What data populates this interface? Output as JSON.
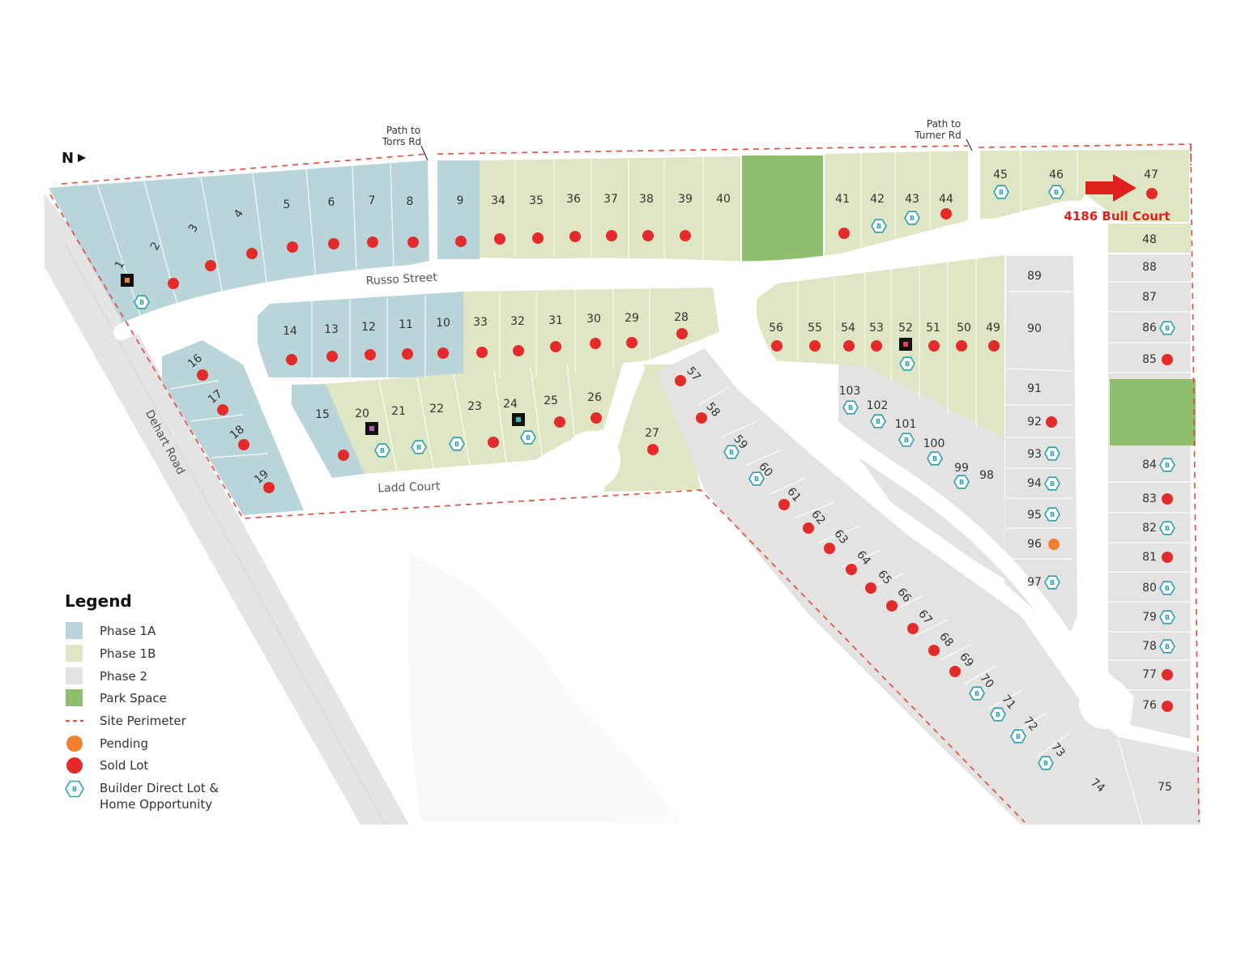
{
  "colors": {
    "phase_1a": "#b9d5da",
    "phase_1b": "#dfe6c3",
    "phase_2": "#e4e3e1",
    "park": "#8fbf6e",
    "perimeter": "#e4493a",
    "pending": "#f07f2e",
    "sold": "#e32b2b",
    "builder": "#2aa1b3",
    "road": "#ffffff",
    "highway": "#e4e4e4",
    "callout": "#e0201c"
  },
  "north_label": "N",
  "streets": {
    "russo": "Russo Street",
    "ladd": "Ladd Court",
    "dehart": "Dehart Road"
  },
  "paths": {
    "torrs": [
      "Path to",
      "Torrs Rd"
    ],
    "turner": [
      "Path to",
      "Turner Rd"
    ]
  },
  "callout": {
    "label": "4186 Bull Court",
    "arrow_icon": "right-arrow-icon"
  },
  "legend": {
    "title": "Legend",
    "items": [
      {
        "label": "Phase 1A",
        "kind": "swatch",
        "color": "#b9d5da"
      },
      {
        "label": "Phase 1B",
        "kind": "swatch",
        "color": "#dfe6c3"
      },
      {
        "label": "Phase 2",
        "kind": "swatch",
        "color": "#e4e3e1"
      },
      {
        "label": "Park Space",
        "kind": "swatch",
        "color": "#8fbf6e"
      },
      {
        "label": "Site Perimeter",
        "kind": "dash",
        "color": "#e4493a"
      },
      {
        "label": "Pending",
        "kind": "dot",
        "color": "#f07f2e"
      },
      {
        "label": "Sold Lot",
        "kind": "dot",
        "color": "#e32b2b"
      },
      {
        "label": [
          "Builder Direct Lot &",
          "Home Opportunity"
        ],
        "kind": "hex",
        "color": "#2aa1b3"
      }
    ]
  },
  "lots": [
    {
      "n": "1",
      "phase": "1A",
      "status": "builder"
    },
    {
      "n": "2",
      "phase": "1A",
      "status": "sold"
    },
    {
      "n": "3",
      "phase": "1A",
      "status": "sold"
    },
    {
      "n": "4",
      "phase": "1A",
      "status": "sold"
    },
    {
      "n": "5",
      "phase": "1A",
      "status": "sold"
    },
    {
      "n": "6",
      "phase": "1A",
      "status": "sold"
    },
    {
      "n": "7",
      "phase": "1A",
      "status": "sold"
    },
    {
      "n": "8",
      "phase": "1A",
      "status": "sold"
    },
    {
      "n": "9",
      "phase": "1A",
      "status": "sold"
    },
    {
      "n": "10",
      "phase": "1A",
      "status": "sold"
    },
    {
      "n": "11",
      "phase": "1A",
      "status": "sold"
    },
    {
      "n": "12",
      "phase": "1A",
      "status": "sold"
    },
    {
      "n": "13",
      "phase": "1A",
      "status": "sold"
    },
    {
      "n": "14",
      "phase": "1A",
      "status": "sold"
    },
    {
      "n": "15",
      "phase": "1A",
      "status": "sold"
    },
    {
      "n": "16",
      "phase": "1A",
      "status": "sold"
    },
    {
      "n": "17",
      "phase": "1A",
      "status": "sold"
    },
    {
      "n": "18",
      "phase": "1A",
      "status": "sold"
    },
    {
      "n": "19",
      "phase": "1A",
      "status": "sold"
    },
    {
      "n": "20",
      "phase": "1B",
      "status": "builder"
    },
    {
      "n": "21",
      "phase": "1B",
      "status": "builder"
    },
    {
      "n": "22",
      "phase": "1B",
      "status": "builder"
    },
    {
      "n": "23",
      "phase": "1B",
      "status": "sold"
    },
    {
      "n": "24",
      "phase": "1B",
      "status": "builder"
    },
    {
      "n": "25",
      "phase": "1B",
      "status": "sold"
    },
    {
      "n": "26",
      "phase": "1B",
      "status": "sold"
    },
    {
      "n": "27",
      "phase": "1B",
      "status": "sold"
    },
    {
      "n": "28",
      "phase": "1B",
      "status": "sold"
    },
    {
      "n": "29",
      "phase": "1B",
      "status": "sold"
    },
    {
      "n": "30",
      "phase": "1B",
      "status": "sold"
    },
    {
      "n": "31",
      "phase": "1B",
      "status": "sold"
    },
    {
      "n": "32",
      "phase": "1B",
      "status": "sold"
    },
    {
      "n": "33",
      "phase": "1B",
      "status": "sold"
    },
    {
      "n": "34",
      "phase": "1B",
      "status": "sold"
    },
    {
      "n": "35",
      "phase": "1B",
      "status": "sold"
    },
    {
      "n": "36",
      "phase": "1B",
      "status": "sold"
    },
    {
      "n": "37",
      "phase": "1B",
      "status": "sold"
    },
    {
      "n": "38",
      "phase": "1B",
      "status": "sold"
    },
    {
      "n": "39",
      "phase": "1B",
      "status": "sold"
    },
    {
      "n": "40",
      "phase": "1B",
      "status": ""
    },
    {
      "n": "41",
      "phase": "1B",
      "status": "sold"
    },
    {
      "n": "42",
      "phase": "1B",
      "status": "builder"
    },
    {
      "n": "43",
      "phase": "1B",
      "status": "builder"
    },
    {
      "n": "44",
      "phase": "1B",
      "status": "sold"
    },
    {
      "n": "45",
      "phase": "1B",
      "status": "builder"
    },
    {
      "n": "46",
      "phase": "1B",
      "status": "builder"
    },
    {
      "n": "47",
      "phase": "1B",
      "status": "sold"
    },
    {
      "n": "48",
      "phase": "1B",
      "status": ""
    },
    {
      "n": "49",
      "phase": "1B",
      "status": "sold"
    },
    {
      "n": "50",
      "phase": "1B",
      "status": "sold"
    },
    {
      "n": "51",
      "phase": "1B",
      "status": "sold"
    },
    {
      "n": "52",
      "phase": "1B",
      "status": "builder"
    },
    {
      "n": "53",
      "phase": "1B",
      "status": "sold"
    },
    {
      "n": "54",
      "phase": "1B",
      "status": "sold"
    },
    {
      "n": "55",
      "phase": "1B",
      "status": "sold"
    },
    {
      "n": "56",
      "phase": "1B",
      "status": "sold"
    },
    {
      "n": "57",
      "phase": "2",
      "status": "sold"
    },
    {
      "n": "58",
      "phase": "2",
      "status": "sold"
    },
    {
      "n": "59",
      "phase": "2",
      "status": "builder"
    },
    {
      "n": "60",
      "phase": "2",
      "status": "builder"
    },
    {
      "n": "61",
      "phase": "2",
      "status": "sold"
    },
    {
      "n": "62",
      "phase": "2",
      "status": "sold"
    },
    {
      "n": "63",
      "phase": "2",
      "status": "sold"
    },
    {
      "n": "64",
      "phase": "2",
      "status": "sold"
    },
    {
      "n": "65",
      "phase": "2",
      "status": "sold"
    },
    {
      "n": "66",
      "phase": "2",
      "status": "sold"
    },
    {
      "n": "67",
      "phase": "2",
      "status": "sold"
    },
    {
      "n": "68",
      "phase": "2",
      "status": "sold"
    },
    {
      "n": "69",
      "phase": "2",
      "status": "sold"
    },
    {
      "n": "70",
      "phase": "2",
      "status": "builder"
    },
    {
      "n": "71",
      "phase": "2",
      "status": "builder"
    },
    {
      "n": "72",
      "phase": "2",
      "status": "builder"
    },
    {
      "n": "73",
      "phase": "2",
      "status": "builder"
    },
    {
      "n": "74",
      "phase": "2",
      "status": ""
    },
    {
      "n": "75",
      "phase": "2",
      "status": ""
    },
    {
      "n": "76",
      "phase": "2",
      "status": "sold"
    },
    {
      "n": "77",
      "phase": "2",
      "status": "sold"
    },
    {
      "n": "78",
      "phase": "2",
      "status": "builder"
    },
    {
      "n": "79",
      "phase": "2",
      "status": "builder"
    },
    {
      "n": "80",
      "phase": "2",
      "status": "builder"
    },
    {
      "n": "81",
      "phase": "2",
      "status": "sold"
    },
    {
      "n": "82",
      "phase": "2",
      "status": "builder"
    },
    {
      "n": "83",
      "phase": "2",
      "status": "sold"
    },
    {
      "n": "84",
      "phase": "2",
      "status": "builder"
    },
    {
      "n": "85",
      "phase": "2",
      "status": "sold"
    },
    {
      "n": "86",
      "phase": "2",
      "status": "builder"
    },
    {
      "n": "87",
      "phase": "2",
      "status": ""
    },
    {
      "n": "88",
      "phase": "2",
      "status": ""
    },
    {
      "n": "89",
      "phase": "2",
      "status": ""
    },
    {
      "n": "90",
      "phase": "2",
      "status": ""
    },
    {
      "n": "91",
      "phase": "2",
      "status": ""
    },
    {
      "n": "92",
      "phase": "2",
      "status": "sold"
    },
    {
      "n": "93",
      "phase": "2",
      "status": "builder"
    },
    {
      "n": "94",
      "phase": "2",
      "status": "builder"
    },
    {
      "n": "95",
      "phase": "2",
      "status": "builder"
    },
    {
      "n": "96",
      "phase": "2",
      "status": "pending"
    },
    {
      "n": "97",
      "phase": "2",
      "status": "builder"
    },
    {
      "n": "98",
      "phase": "2",
      "status": ""
    },
    {
      "n": "99",
      "phase": "2",
      "status": "builder"
    },
    {
      "n": "100",
      "phase": "2",
      "status": "builder"
    },
    {
      "n": "101",
      "phase": "2",
      "status": "builder"
    },
    {
      "n": "102",
      "phase": "2",
      "status": "builder"
    },
    {
      "n": "103",
      "phase": "2",
      "status": "builder"
    }
  ]
}
